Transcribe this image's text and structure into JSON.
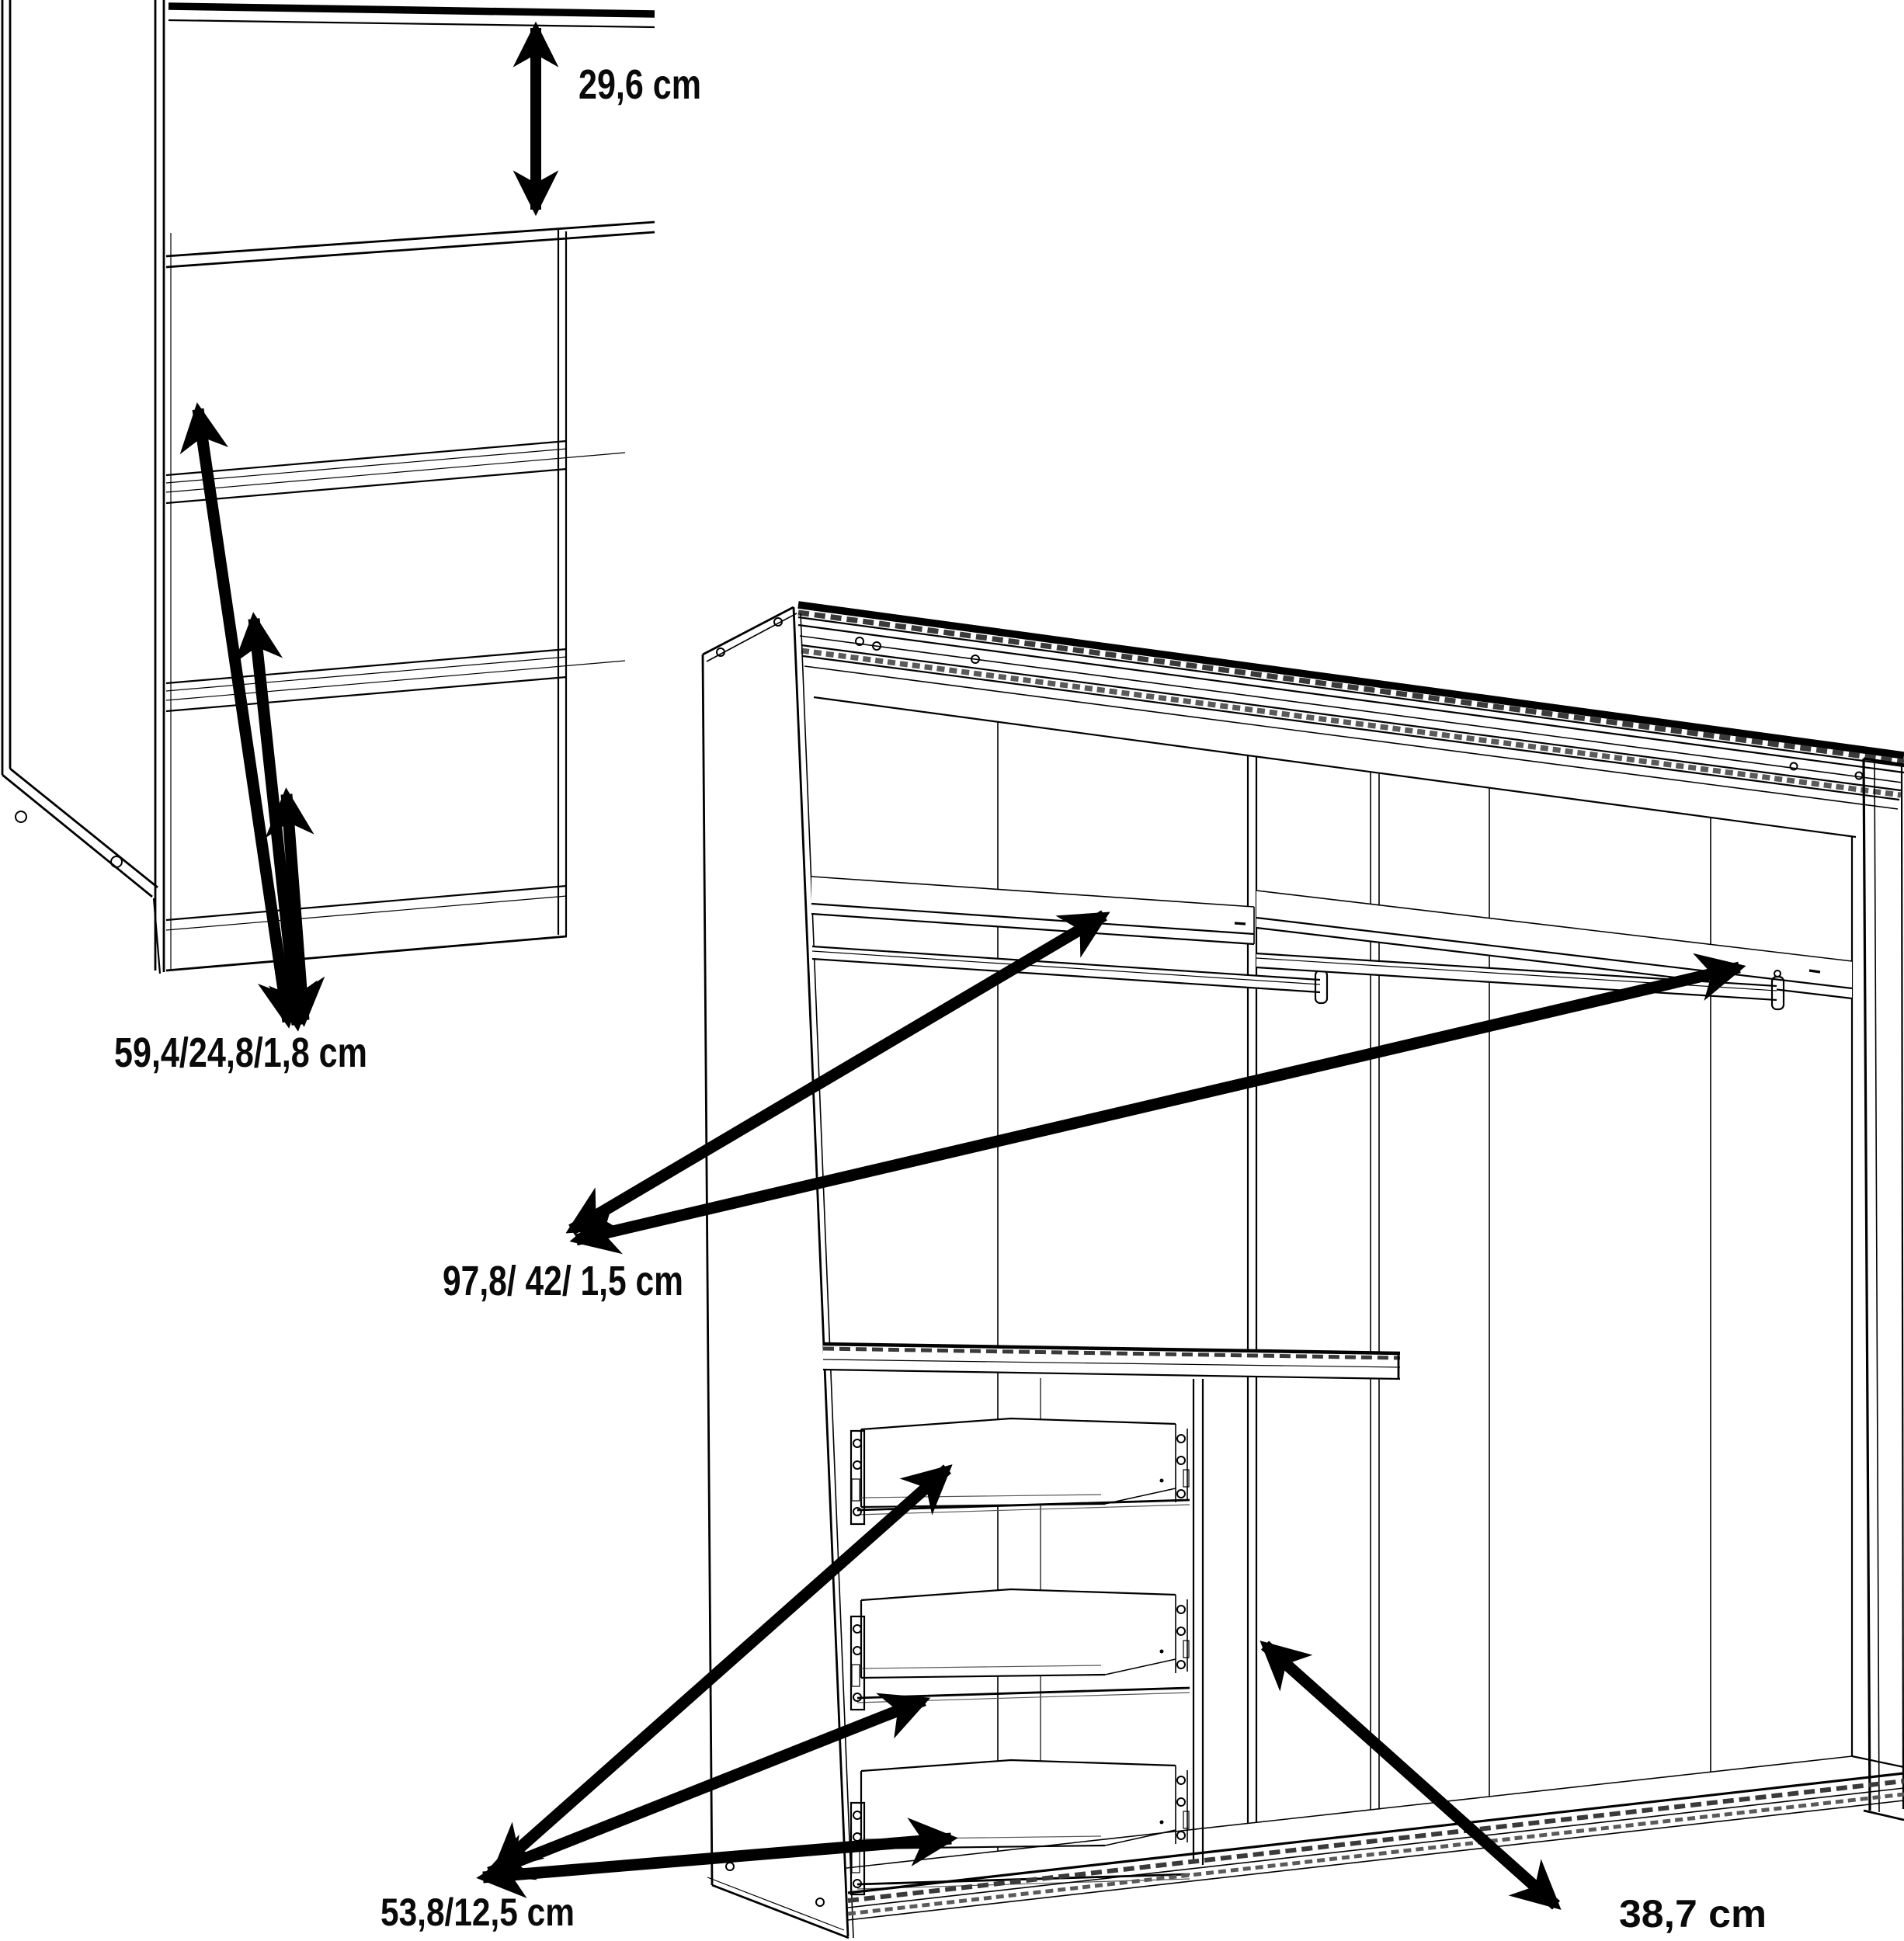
{
  "diagram": {
    "kind": "wardrobe interior and drawer-chest dimension diagram, black line art on white",
    "line_color": "#000000",
    "background": "#ffffff",
    "labels": {
      "top_compartment_height": "29,6 cm",
      "drawer_front_dims": "59,4/24,8/1,8 cm",
      "shelf_dims": "97,8/ 42/ 1,5 cm",
      "drawer_box_dims": "53,8/12,5 cm",
      "divider_depth": "38,7 cm"
    }
  }
}
